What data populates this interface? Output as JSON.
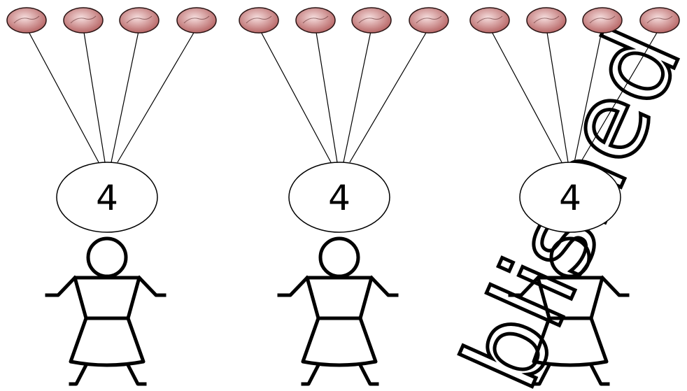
{
  "groups": [
    {
      "balloon_count": 4,
      "label": "4"
    },
    {
      "balloon_count": 4,
      "label": "4"
    },
    {
      "balloon_count": 4,
      "label": "4"
    }
  ],
  "watermark": {
    "text": "blished",
    "style": "outlined-letters"
  },
  "colors": {
    "balloon_fill": "#b25c5c",
    "balloon_highlight": "#f6dede",
    "line": "#000000",
    "background": "#ffffff"
  }
}
